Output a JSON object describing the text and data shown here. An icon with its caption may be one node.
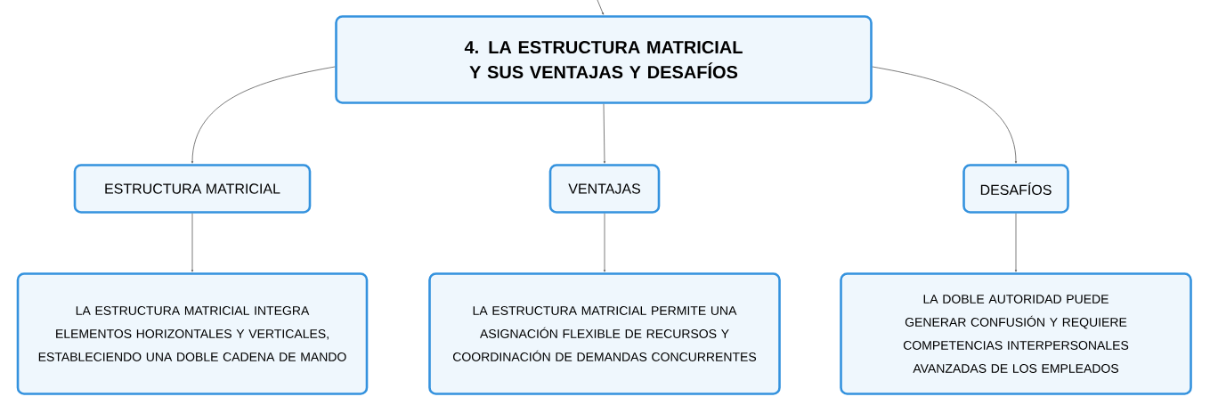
{
  "diagram": {
    "nodes": [
      {
        "text": [
          "4. LA ESTRUCTURA MATRICIAL Y SUS VENTAJAS Y DESAFÍOS"
        ]
      },
      {
        "text": [
          "ESTRUCTURA MATRICIAL"
        ]
      },
      {
        "text": [
          "VENTAJAS"
        ]
      },
      {
        "text": [
          "DESAFÍOS"
        ]
      },
      {
        "text": [
          "LA ESTRUCTURA MATRICIAL INTEGRA ELEMENTOS HORIZONTALES Y VERTICALES, ESTABLECIENDO UNA DOBLE CADENA DE MANDO"
        ]
      },
      {
        "text": [
          "LA ESTRUCTURA MATRICIAL PERMITE UNA ASIGNACIÓN FLEXIBLE DE RECURSOS Y COORDINACIÓN DE DEMANDAS CONCURRENTES"
        ]
      },
      {
        "text": [
          "LA DOBLE AUTORIDAD PUEDE GENERAR CONFUSIÓN Y REQUIERE COMPETENCIAS INTERPERSONALES AVANZADAS DE LOS EMPLEADOS"
        ]
      }
    ],
    "edges": [
      {
        "from": null,
        "to": 0,
        "arrow": "to"
      },
      {
        "from": 0,
        "to": 1,
        "arrow": "to"
      },
      {
        "from": 0,
        "to": 2,
        "arrow": "to"
      },
      {
        "from": 0,
        "to": 3,
        "arrow": "to"
      },
      {
        "from": 1,
        "to": 4,
        "arrow": "to"
      },
      {
        "from": 2,
        "to": 5,
        "arrow": "to"
      },
      {
        "from": 3,
        "to": 6,
        "arrow": "to"
      }
    ]
  }
}
